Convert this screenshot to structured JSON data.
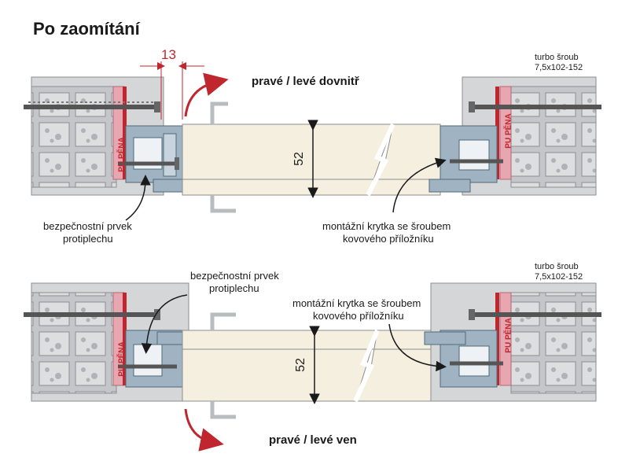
{
  "title": "Po zaomítání",
  "dimension_gap": "13",
  "top_section": {
    "opening_label": "pravé / levé dovnitř",
    "thickness": "52",
    "foam_label": "PU PĚNA",
    "screw_label_line1": "turbo šroub",
    "screw_label_line2": "7,5x102-152",
    "security_label_line1": "bezpečnostní prvek",
    "security_label_line2": "protiplechu",
    "cap_label_line1": "montážní krytka se šroubem",
    "cap_label_line2": "kovového příložníku"
  },
  "bottom_section": {
    "opening_label": "pravé / levé ven",
    "thickness": "52",
    "foam_label": "PU PĚNA",
    "screw_label_line1": "turbo šroub",
    "screw_label_line2": "7,5x102-152",
    "security_label_line1": "bezpečnostní prvek",
    "security_label_line2": "protiplechu",
    "cap_label_line1": "montážní krytka se šroubem",
    "cap_label_line2": "kovového příložníku"
  },
  "colors": {
    "wall": "#d4d6d8",
    "brick": "#bcbec1",
    "foam": "#e8a6b0",
    "seal": "#c0262d",
    "frame": "#9fb3c2",
    "door": "#f4efdf",
    "arrow": "#c0262d"
  }
}
